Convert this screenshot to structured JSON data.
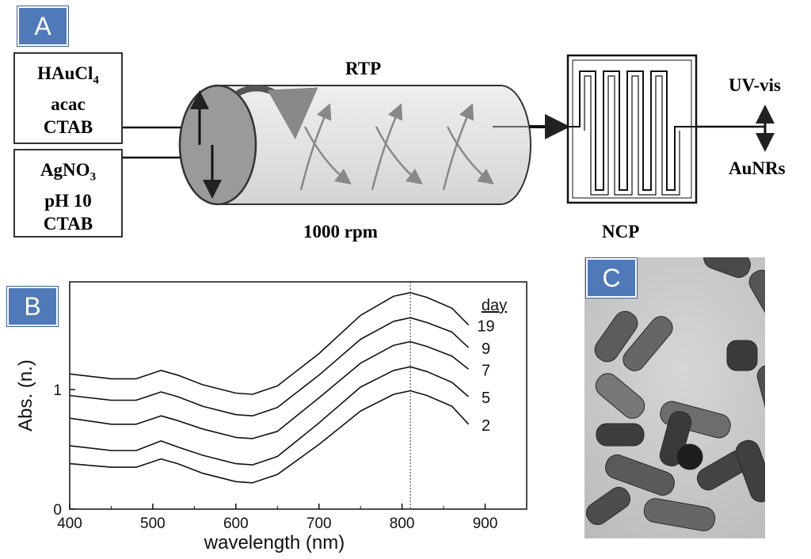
{
  "panels": {
    "a": "A",
    "b": "B",
    "c": "C"
  },
  "schematic": {
    "reagents_top": [
      "HAuCl",
      "acac",
      "CTAB"
    ],
    "reagents_top_subscript": "4",
    "reagents_bottom": [
      "AgNO",
      "pH 10",
      "CTAB"
    ],
    "reagents_bottom_subscript": "3",
    "reactor_label": "RTP",
    "speed_label": "1000 rpm",
    "coil_label": "NCP",
    "output_top": "UV-vis",
    "output_bottom": "AuNRs"
  },
  "chart_data": {
    "type": "line",
    "xlabel": "wavelength (nm)",
    "ylabel": "Abs. (n.)",
    "xlim": [
      400,
      950
    ],
    "ylim": [
      0,
      1.9
    ],
    "xticks": [
      400,
      500,
      600,
      700,
      800,
      900
    ],
    "yticks": [
      0,
      1
    ],
    "legend_title": "day",
    "reference_line_x": 810,
    "x": [
      400,
      450,
      480,
      510,
      530,
      560,
      600,
      620,
      650,
      700,
      750,
      790,
      810,
      830,
      860,
      880
    ],
    "series": [
      {
        "name": "19",
        "values": [
          1.13,
          1.09,
          1.09,
          1.16,
          1.12,
          1.04,
          0.97,
          0.96,
          1.03,
          1.3,
          1.62,
          1.78,
          1.81,
          1.77,
          1.68,
          1.54
        ]
      },
      {
        "name": "9",
        "values": [
          0.95,
          0.91,
          0.91,
          0.98,
          0.94,
          0.86,
          0.79,
          0.78,
          0.85,
          1.12,
          1.42,
          1.57,
          1.6,
          1.56,
          1.48,
          1.35
        ]
      },
      {
        "name": "7",
        "values": [
          0.76,
          0.71,
          0.71,
          0.78,
          0.74,
          0.67,
          0.6,
          0.59,
          0.65,
          0.93,
          1.22,
          1.37,
          1.4,
          1.36,
          1.28,
          1.17
        ]
      },
      {
        "name": "5",
        "values": [
          0.53,
          0.49,
          0.49,
          0.57,
          0.52,
          0.45,
          0.38,
          0.37,
          0.44,
          0.72,
          1.02,
          1.16,
          1.19,
          1.15,
          1.06,
          0.94
        ]
      },
      {
        "name": "2",
        "values": [
          0.38,
          0.35,
          0.35,
          0.42,
          0.38,
          0.3,
          0.23,
          0.22,
          0.29,
          0.54,
          0.82,
          0.96,
          0.99,
          0.95,
          0.86,
          0.71
        ]
      }
    ]
  }
}
